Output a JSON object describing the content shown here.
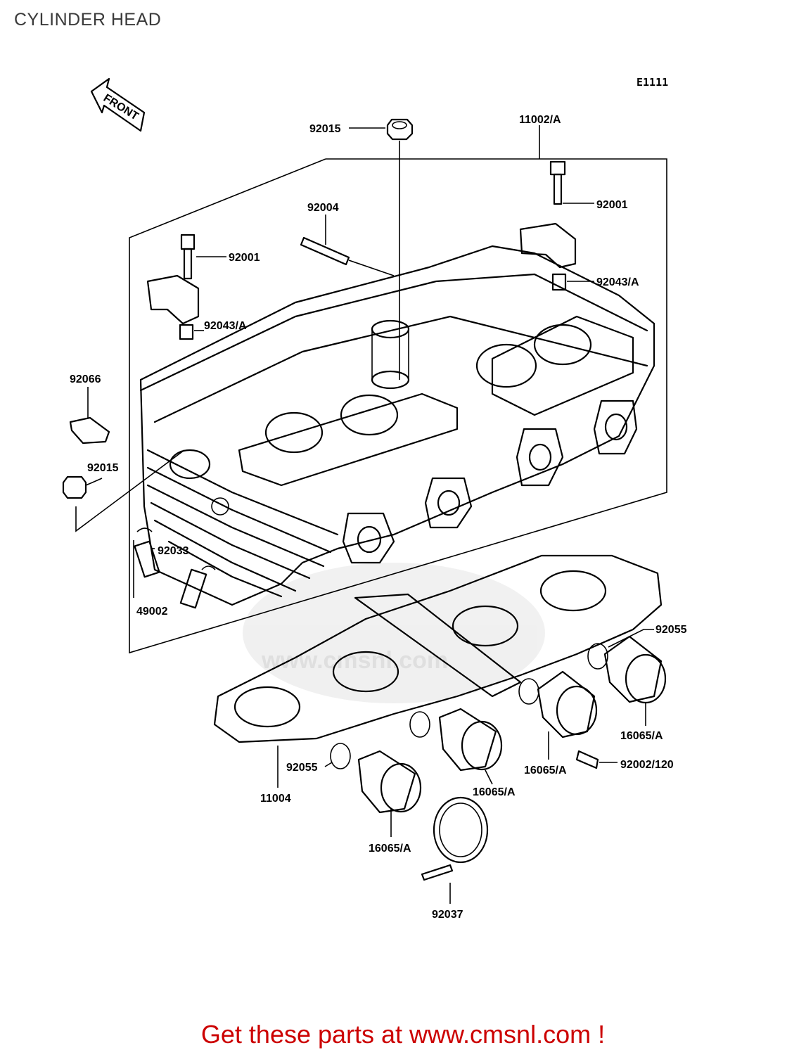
{
  "page": {
    "title": "CYLINDER HEAD",
    "reference_code": "E1111",
    "direction_label": "FRONT",
    "watermark": "www.cmsnl.com",
    "footer": "Get these parts at www.cmsnl.com !"
  },
  "labels": {
    "p92015_top": "92015",
    "p11002a": "11002/A",
    "p92004": "92004",
    "p92001_left": "92001",
    "p92001_right": "92001",
    "p92043a_left": "92043/A",
    "p92043a_right": "92043/A",
    "p92066": "92066",
    "p92015_left": "92015",
    "p92033": "92033",
    "p49002": "49002",
    "p92055_right": "92055",
    "p92055_left": "92055",
    "p16065a_r1": "16065/A",
    "p16065a_r2": "16065/A",
    "p16065a_mid": "16065/A",
    "p16065a_bottom": "16065/A",
    "p92002_120": "92002/120",
    "p11004": "11004",
    "p92037": "92037"
  }
}
